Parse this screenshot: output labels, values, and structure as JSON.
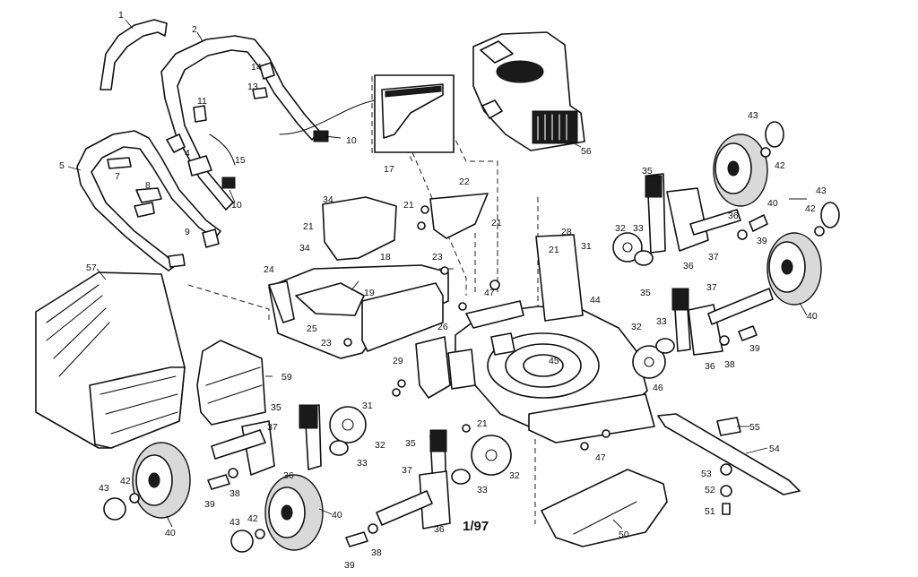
{
  "diagram": {
    "date_code": "1/97",
    "callouts": [
      {
        "id": "c-1",
        "text": "1"
      },
      {
        "id": "c-2",
        "text": "2"
      },
      {
        "id": "c-4",
        "text": "4"
      },
      {
        "id": "c-5",
        "text": "5"
      },
      {
        "id": "c-7",
        "text": "7"
      },
      {
        "id": "c-8",
        "text": "8"
      },
      {
        "id": "c-9",
        "text": "9"
      },
      {
        "id": "c-10a",
        "text": "10"
      },
      {
        "id": "c-10b",
        "text": "10"
      },
      {
        "id": "c-11",
        "text": "11"
      },
      {
        "id": "c-13",
        "text": "13"
      },
      {
        "id": "c-14",
        "text": "14"
      },
      {
        "id": "c-15",
        "text": "15"
      },
      {
        "id": "c-17",
        "text": "17"
      },
      {
        "id": "c-18",
        "text": "18"
      },
      {
        "id": "c-19",
        "text": "19"
      },
      {
        "id": "c-21a",
        "text": "21"
      },
      {
        "id": "c-21b",
        "text": "21"
      },
      {
        "id": "c-21c",
        "text": "21"
      },
      {
        "id": "c-21d",
        "text": "21"
      },
      {
        "id": "c-21e",
        "text": "21"
      },
      {
        "id": "c-22",
        "text": "22"
      },
      {
        "id": "c-23a",
        "text": "23"
      },
      {
        "id": "c-23b",
        "text": "23"
      },
      {
        "id": "c-24",
        "text": "24"
      },
      {
        "id": "c-25",
        "text": "25"
      },
      {
        "id": "c-26",
        "text": "26"
      },
      {
        "id": "c-28",
        "text": "28"
      },
      {
        "id": "c-29",
        "text": "29"
      },
      {
        "id": "c-31a",
        "text": "31"
      },
      {
        "id": "c-31b",
        "text": "31"
      },
      {
        "id": "c-32a",
        "text": "32"
      },
      {
        "id": "c-32b",
        "text": "32"
      },
      {
        "id": "c-32c",
        "text": "32"
      },
      {
        "id": "c-32d",
        "text": "32"
      },
      {
        "id": "c-33a",
        "text": "33"
      },
      {
        "id": "c-33b",
        "text": "33"
      },
      {
        "id": "c-33c",
        "text": "33"
      },
      {
        "id": "c-33d",
        "text": "33"
      },
      {
        "id": "c-34a",
        "text": "34"
      },
      {
        "id": "c-34b",
        "text": "34"
      },
      {
        "id": "c-35a",
        "text": "35"
      },
      {
        "id": "c-35b",
        "text": "35"
      },
      {
        "id": "c-35c",
        "text": "35"
      },
      {
        "id": "c-35d",
        "text": "35"
      },
      {
        "id": "c-36a",
        "text": "36"
      },
      {
        "id": "c-36b",
        "text": "36"
      },
      {
        "id": "c-36c",
        "text": "36"
      },
      {
        "id": "c-36d",
        "text": "36"
      },
      {
        "id": "c-36e",
        "text": "36"
      },
      {
        "id": "c-37a",
        "text": "37"
      },
      {
        "id": "c-37b",
        "text": "37"
      },
      {
        "id": "c-37c",
        "text": "37"
      },
      {
        "id": "c-37d",
        "text": "37"
      },
      {
        "id": "c-38a",
        "text": "38"
      },
      {
        "id": "c-38b",
        "text": "38"
      },
      {
        "id": "c-38c",
        "text": "38"
      },
      {
        "id": "c-39a",
        "text": "39"
      },
      {
        "id": "c-39b",
        "text": "39"
      },
      {
        "id": "c-39c",
        "text": "39"
      },
      {
        "id": "c-39d",
        "text": "39"
      },
      {
        "id": "c-40a",
        "text": "40"
      },
      {
        "id": "c-40b",
        "text": "40"
      },
      {
        "id": "c-40c",
        "text": "40"
      },
      {
        "id": "c-40d",
        "text": "40"
      },
      {
        "id": "c-42a",
        "text": "42"
      },
      {
        "id": "c-42b",
        "text": "42"
      },
      {
        "id": "c-42c",
        "text": "42"
      },
      {
        "id": "c-42d",
        "text": "42"
      },
      {
        "id": "c-43a",
        "text": "43"
      },
      {
        "id": "c-43b",
        "text": "43"
      },
      {
        "id": "c-43c",
        "text": "43"
      },
      {
        "id": "c-43d",
        "text": "43"
      },
      {
        "id": "c-44",
        "text": "44"
      },
      {
        "id": "c-45",
        "text": "45"
      },
      {
        "id": "c-46",
        "text": "46"
      },
      {
        "id": "c-47a",
        "text": "47"
      },
      {
        "id": "c-47b",
        "text": "47"
      },
      {
        "id": "c-50",
        "text": "50"
      },
      {
        "id": "c-51",
        "text": "51"
      },
      {
        "id": "c-52",
        "text": "52"
      },
      {
        "id": "c-53",
        "text": "53"
      },
      {
        "id": "c-54",
        "text": "54"
      },
      {
        "id": "c-55",
        "text": "55"
      },
      {
        "id": "c-56",
        "text": "56"
      },
      {
        "id": "c-57",
        "text": "57"
      },
      {
        "id": "c-59",
        "text": "59"
      }
    ]
  }
}
